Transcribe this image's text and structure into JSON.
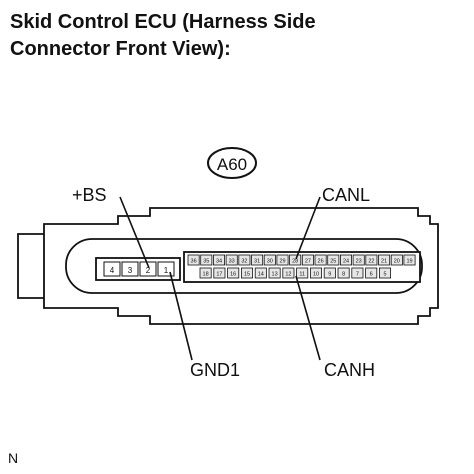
{
  "title": {
    "line1": "Skid Control ECU (Harness Side",
    "line2": "Connector Front View):"
  },
  "connector": {
    "id": "A60",
    "small_block": {
      "pins": [
        "4",
        "3",
        "2",
        "1"
      ]
    },
    "large_block": {
      "top_row": [
        "36",
        "35",
        "34",
        "33",
        "32",
        "31",
        "30",
        "29",
        "28",
        "27",
        "26",
        "25",
        "24",
        "23",
        "22",
        "21",
        "20",
        "19"
      ],
      "bottom_row": [
        "18",
        "17",
        "16",
        "15",
        "14",
        "13",
        "12",
        "11",
        "10",
        "9",
        "8",
        "7",
        "6",
        "5"
      ]
    }
  },
  "labels": {
    "bs": "+BS",
    "canl": "CANL",
    "gnd1": "GND1",
    "canh": "CANH"
  },
  "footnote": "N"
}
